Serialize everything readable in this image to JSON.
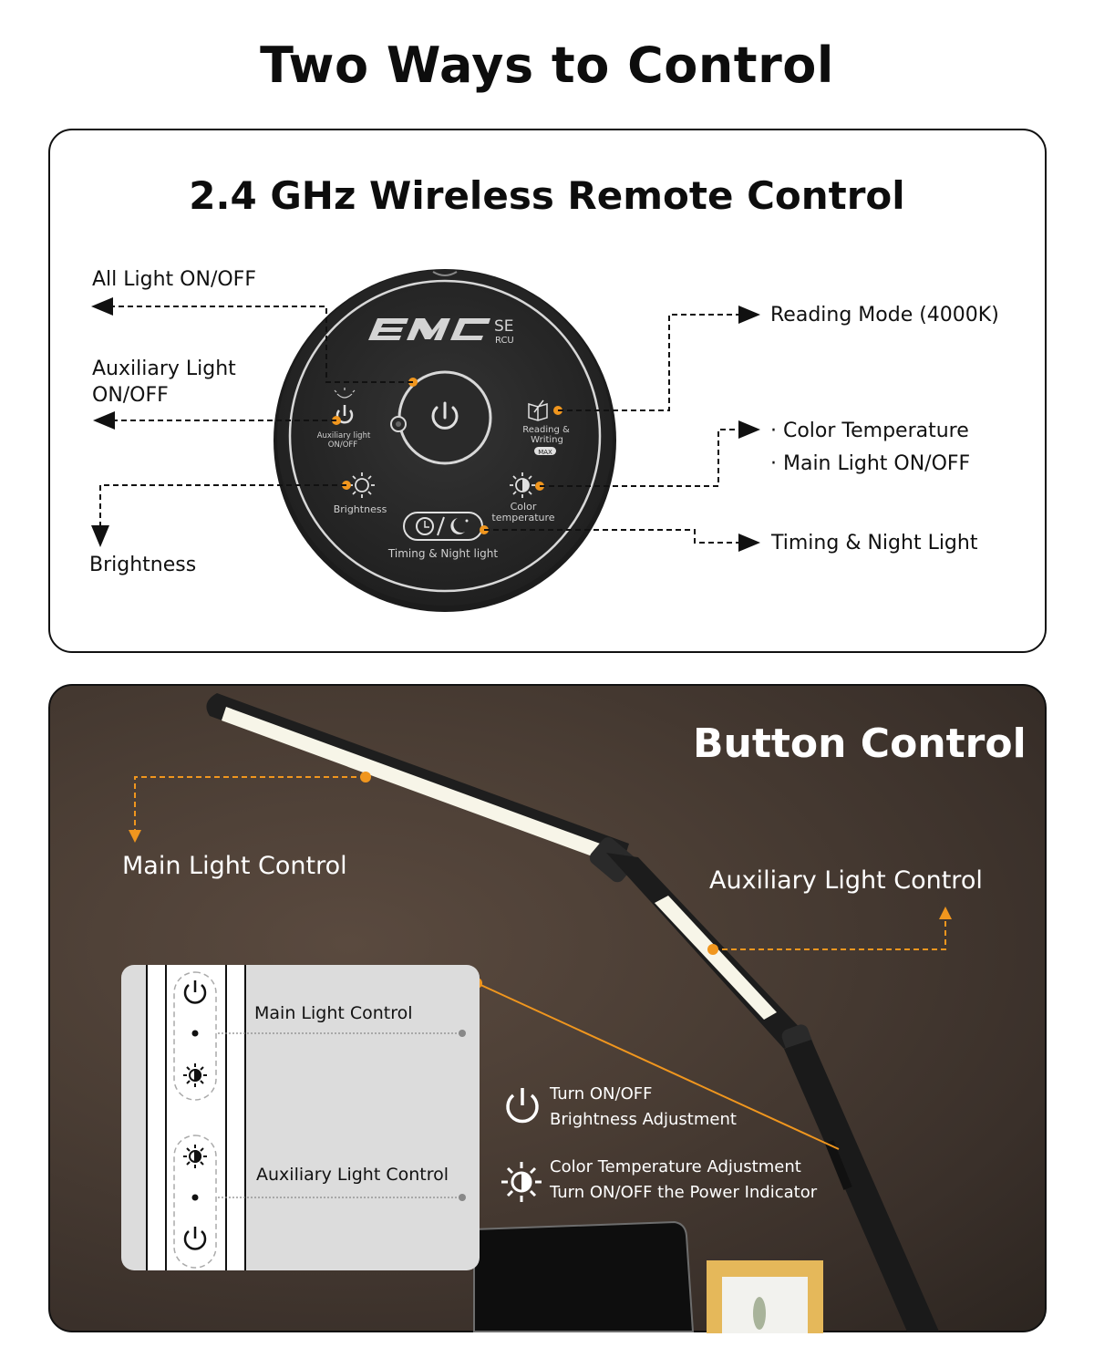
{
  "page": {
    "title": "Two Ways to Control"
  },
  "remote_panel": {
    "title": "2.4 GHz Wireless Remote Control",
    "device": {
      "brand": "EMC",
      "model_suffix": "SE",
      "model_sub": "RCU",
      "buttons": [
        {
          "id": "power",
          "label": "",
          "icon": "power-icon"
        },
        {
          "id": "aux",
          "label_line1": "Auxiliary light",
          "label_line2": "ON/OFF",
          "icon": "power-icon"
        },
        {
          "id": "reading",
          "label_line1": "Reading &",
          "label_line2": "Writing",
          "badge": "MAX",
          "icon": "book-pen-icon"
        },
        {
          "id": "brightness",
          "label": "Brightness",
          "icon": "sun-icon"
        },
        {
          "id": "color_temp",
          "label_line1": "Color",
          "label_line2": "temperature",
          "icon": "half-sun-icon"
        },
        {
          "id": "timing",
          "label": "Timing & Night light",
          "icon": "clock-moon-icon"
        }
      ]
    },
    "callouts": {
      "all_light": "All Light ON/OFF",
      "aux_line1": "Auxiliary Light",
      "aux_line2": "ON/OFF",
      "brightness": "Brightness",
      "reading": "Reading Mode (4000K)",
      "color_temp": "· Color Temperature",
      "main_light": "· Main Light ON/OFF",
      "timing": "Timing & Night Light"
    }
  },
  "button_panel": {
    "title": "Button Control",
    "main_light_label": "Main Light Control",
    "aux_light_label": "Auxiliary Light Control",
    "inset": {
      "main_label": "Main Light  Control",
      "aux_label": "Auxiliary Light  Control"
    },
    "descriptions": {
      "power_line1": "Turn ON/OFF",
      "power_line2": "Brightness Adjustment",
      "color_line1": "Color Temperature Adjustment",
      "color_line2": "Turn ON/OFF the Power Indicator"
    }
  },
  "colors": {
    "accent_orange": "#f0961e",
    "remote_body": "#2a2a2a",
    "panel_bg": "#4a3d34"
  }
}
